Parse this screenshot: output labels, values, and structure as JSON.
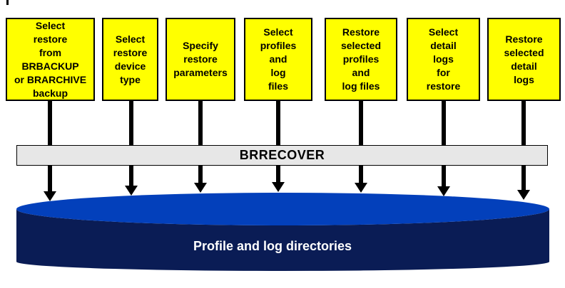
{
  "title": "BRRECOVER restore flow diagram",
  "steps": [
    {
      "label": "Select\nrestore\nfrom\nBRBACKUP\nor BRARCHIVE\nbackup"
    },
    {
      "label": "Select\nrestore\ndevice\ntype"
    },
    {
      "label": "Specify\nrestore\nparameters"
    },
    {
      "label": "Select\nprofiles\nand\nlog\nfiles"
    },
    {
      "label": "Restore\nselected\nprofiles\nand\nlog files"
    },
    {
      "label": "Select\ndetail\nlogs\nfor\nrestore"
    },
    {
      "label": "Restore\nselected\ndetail\nlogs"
    }
  ],
  "bar": {
    "label": "BRRECOVER"
  },
  "disk": {
    "label": "Profile and log directories"
  },
  "colors": {
    "box_fill": "#FFFF00",
    "box_text_color": "#000000",
    "line_color": "#000000",
    "bar_fill": "#E7E7E7",
    "bar_text_color": "#000000",
    "disk_top_fill": "#0340BB",
    "disk_side_fill": "#0A1C55",
    "disk_text_color": "#FFFFFF"
  }
}
